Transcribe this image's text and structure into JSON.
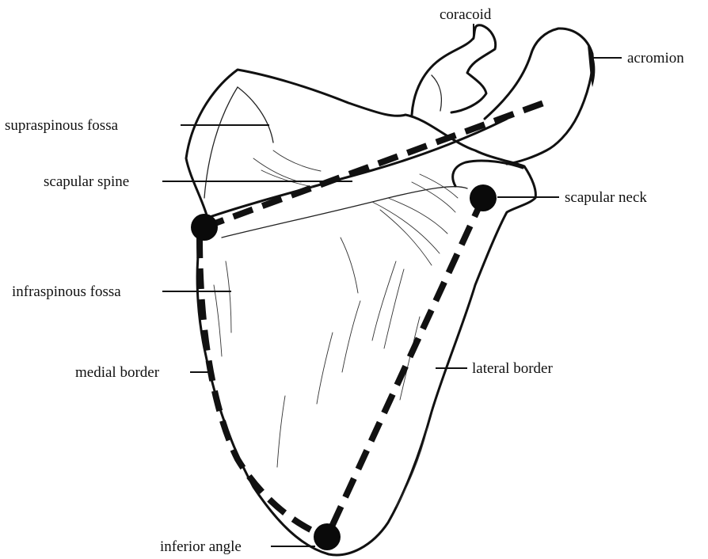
{
  "labels": {
    "coracoid": "coracoid",
    "acromion": "acromion",
    "supraspinous_fossa": "supraspinous fossa",
    "scapular_spine": "scapular spine",
    "scapular_neck": "scapular neck",
    "infraspinous_fossa": "infraspinous fossa",
    "medial_border": "medial border",
    "lateral_border": "lateral border",
    "inferior_angle": "inferior angle"
  },
  "colors": {
    "ink": "#111111",
    "background": "#ffffff"
  }
}
